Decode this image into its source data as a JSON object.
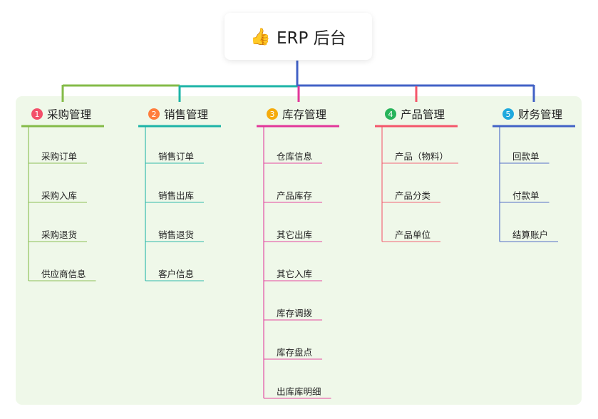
{
  "root": {
    "title": "ERP 后台",
    "icon": "thumbs-up-icon"
  },
  "branches": [
    {
      "index": "1",
      "title": "采购管理",
      "color": "#84bb48",
      "badge": "#f3506a",
      "items": [
        "采购订单",
        "采购入库",
        "采购退货",
        "供应商信息"
      ]
    },
    {
      "index": "2",
      "title": "销售管理",
      "color": "#1db4a7",
      "badge": "#ff7d3c",
      "items": [
        "销售订单",
        "销售出库",
        "销售退货",
        "客户信息"
      ]
    },
    {
      "index": "3",
      "title": "库存管理",
      "color": "#e2379a",
      "badge": "#f5ab0b",
      "items": [
        "仓库信息",
        "产品库存",
        "其它出库",
        "其它入库",
        "库存调拨",
        "库存盘点",
        "出库库明细"
      ]
    },
    {
      "index": "4",
      "title": "产品管理",
      "color": "#f4566a",
      "badge": "#27b45a",
      "items": [
        "产品（物料）",
        "产品分类",
        "产品单位"
      ]
    },
    {
      "index": "5",
      "title": "财务管理",
      "color": "#4262c6",
      "badge": "#1fa9dd",
      "items": [
        "回款单",
        "付款单",
        "结算账户"
      ]
    }
  ]
}
